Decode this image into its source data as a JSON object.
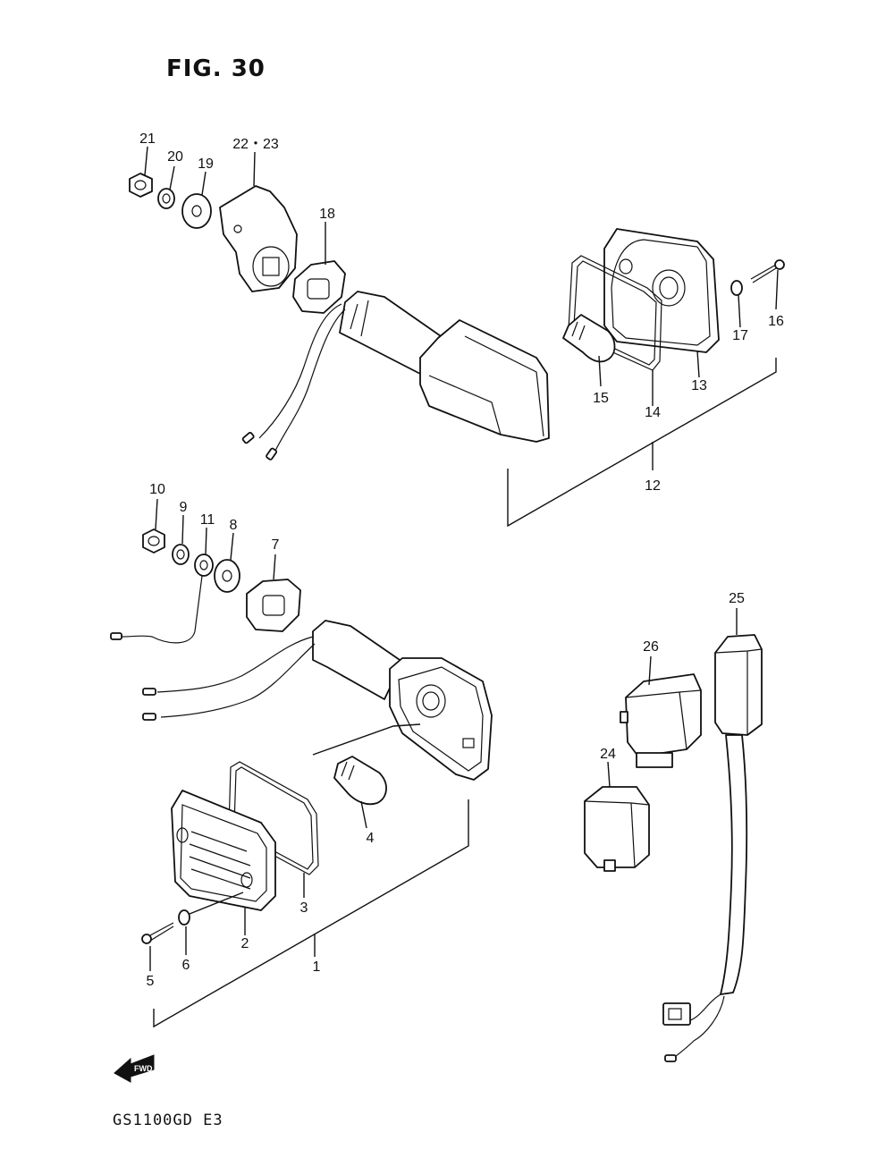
{
  "title": "FIG. 30",
  "model_code": "GS1100GD E3",
  "direction_badge": "FWD",
  "callouts": {
    "p1": "1",
    "p2": "2",
    "p3": "3",
    "p4": "4",
    "p5": "5",
    "p6": "6",
    "p7": "7",
    "p8": "8",
    "p9": "9",
    "p10": "10",
    "p11": "11",
    "p12": "12",
    "p13": "13",
    "p14": "14",
    "p15": "15",
    "p16": "16",
    "p17": "17",
    "p18": "18",
    "p19": "19",
    "p20": "20",
    "p21": "21",
    "p22_23": "22・23",
    "p24": "24",
    "p25": "25",
    "p26": "26"
  }
}
